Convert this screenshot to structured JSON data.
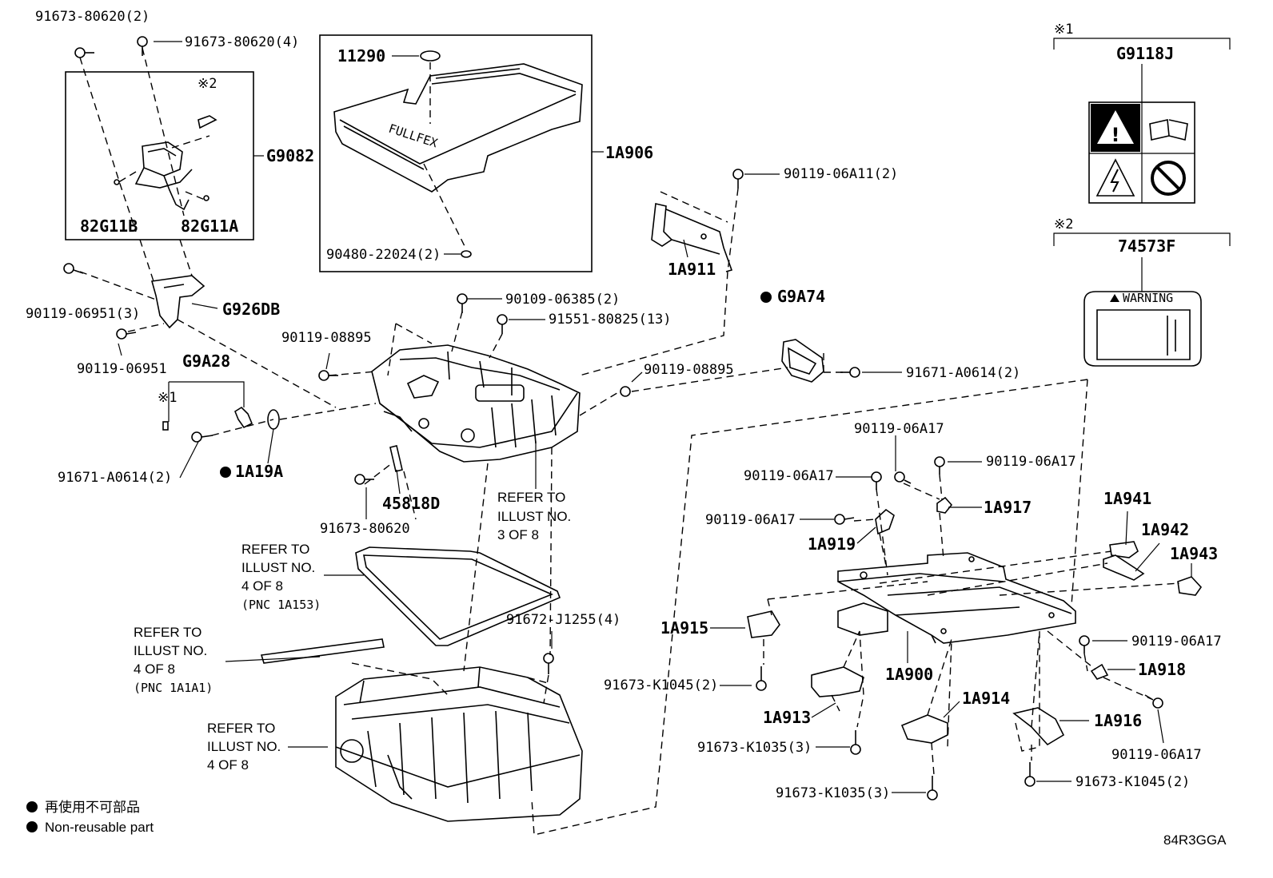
{
  "labels": {
    "l01": "91673-80620(2)",
    "l02": "91673-80620(4)",
    "l03": "※2",
    "l04": "G9082",
    "l05": "82G11B",
    "l06": "82G11A",
    "l07": "90119-06951(3)",
    "l08": "G926DB",
    "l09": "90119-06951",
    "l10": "G9A28",
    "l11": "※1",
    "l12": "91671-A0614(2)",
    "l13": "1A19A",
    "l14": "11290",
    "l15": "1A906",
    "l16": "90480-22024(2)",
    "l17": "90109-06385(2)",
    "l18": "91551-80825(13)",
    "l19": "90119-08895",
    "l20": "90119-08895",
    "l21": "90119-06A11(2)",
    "l22": "1A911",
    "l23": "G9A74",
    "l24": "91671-A0614(2)",
    "l25": "45818D",
    "l26": "91673-80620",
    "l27": "90119-06A17",
    "l28": "90119-06A17",
    "l29": "90119-06A17",
    "l30": "1A917",
    "l31": "90119-06A17",
    "l32": "1A919",
    "l33": "1A941",
    "l34": "1A942",
    "l35": "1A943",
    "l36": "1A915",
    "l37": "1A900",
    "l38": "90119-06A17",
    "l39": "1A918",
    "l40": "91672-J1255(4)",
    "l41": "91673-K1045(2)",
    "l42": "1A913",
    "l43": "1A914",
    "l44": "1A916",
    "l45": "91673-K1035(3)",
    "l46": "90119-06A17",
    "l47": "91673-K1045(2)",
    "l48": "91673-K1035(3)",
    "l49": "※1",
    "l50": "G9118J",
    "l51": "※2",
    "l52": "74573F"
  },
  "refer_notes": {
    "r1": [
      "REFER TO",
      "ILLUST NO.",
      "3 OF 8"
    ],
    "r2": [
      "REFER TO",
      "ILLUST NO.",
      "4 OF 8",
      "(PNC 1A153)"
    ],
    "r3": [
      "REFER TO",
      "ILLUST NO.",
      "4 OF 8",
      "(PNC 1A1A1)"
    ],
    "r4": [
      "REFER TO",
      "ILLUST NO.",
      "4 OF 8"
    ]
  },
  "legend": {
    "jp": "再使用不可部品",
    "en": "Non-reusable part"
  },
  "label_text": {
    "warning_small": "WARNING",
    "cover_text": "FULLFEX"
  },
  "illustration_code": "84R3GGA"
}
